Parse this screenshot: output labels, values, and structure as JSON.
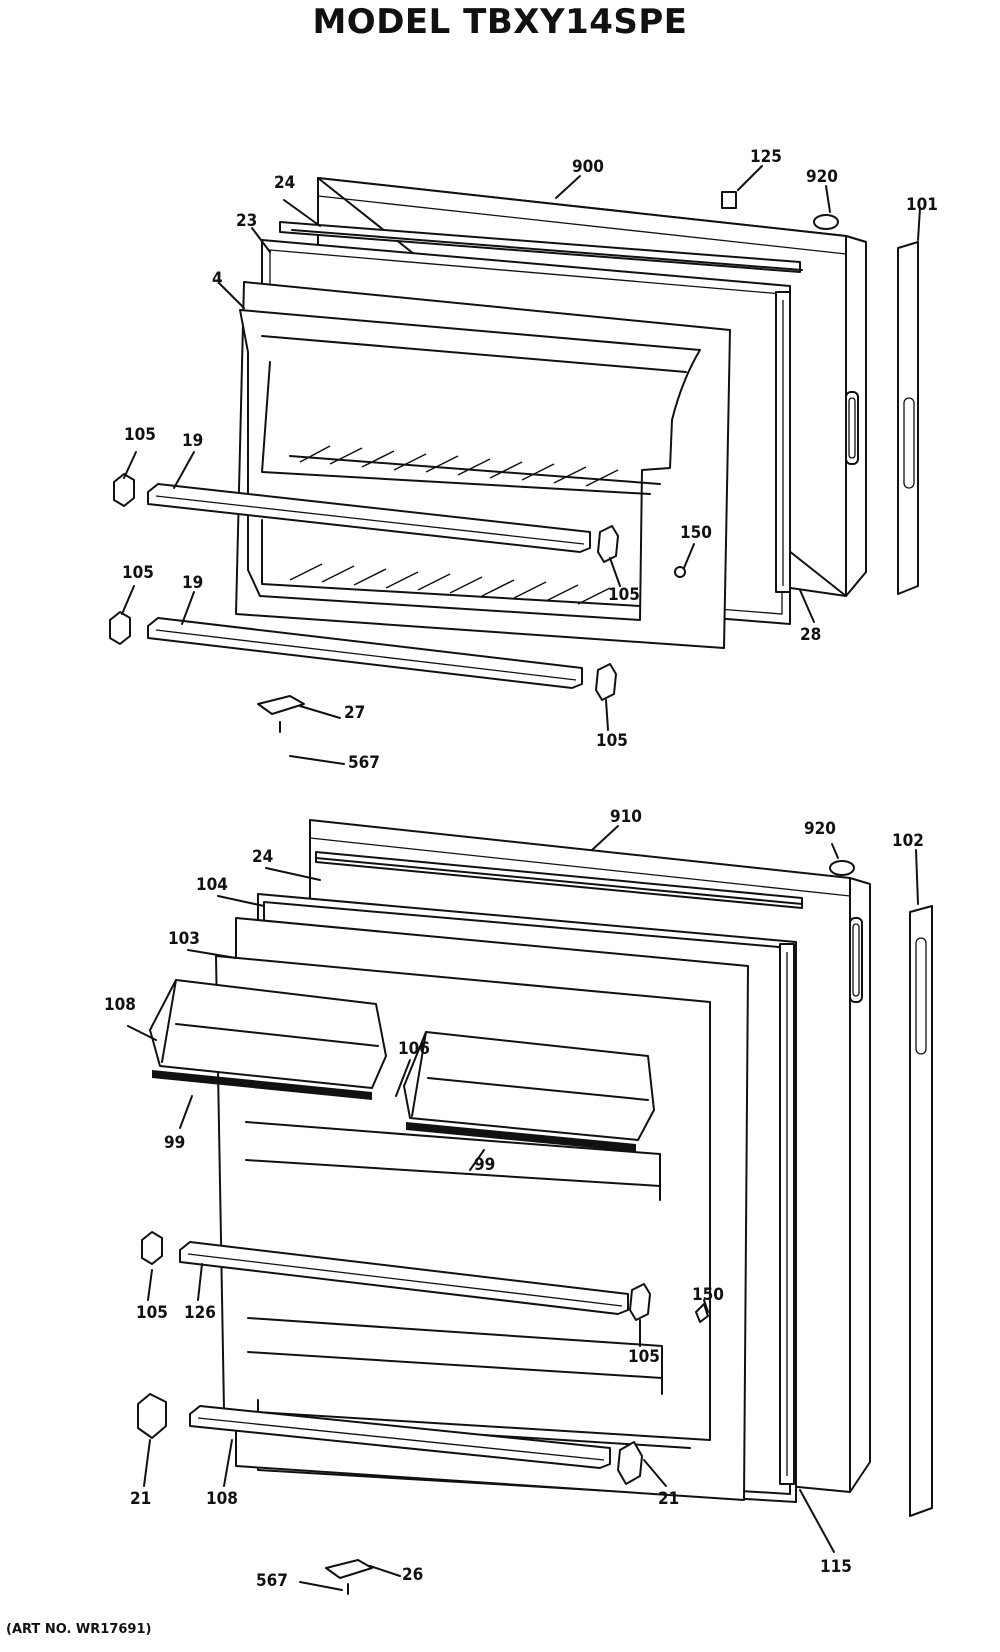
{
  "title": "MODEL TBXY14SPE",
  "art_no": "(ART NO. WR17691)",
  "labels": {
    "top": [
      "900",
      "125",
      "920",
      "24",
      "23",
      "4",
      "101",
      "105",
      "19",
      "105",
      "19",
      "150",
      "105",
      "28",
      "27",
      "105",
      "567"
    ],
    "bottom": [
      "910",
      "920",
      "102",
      "24",
      "104",
      "103",
      "108",
      "106",
      "99",
      "99",
      "105",
      "126",
      "150",
      "105",
      "21",
      "108",
      "21",
      "115",
      "26",
      "567"
    ]
  }
}
